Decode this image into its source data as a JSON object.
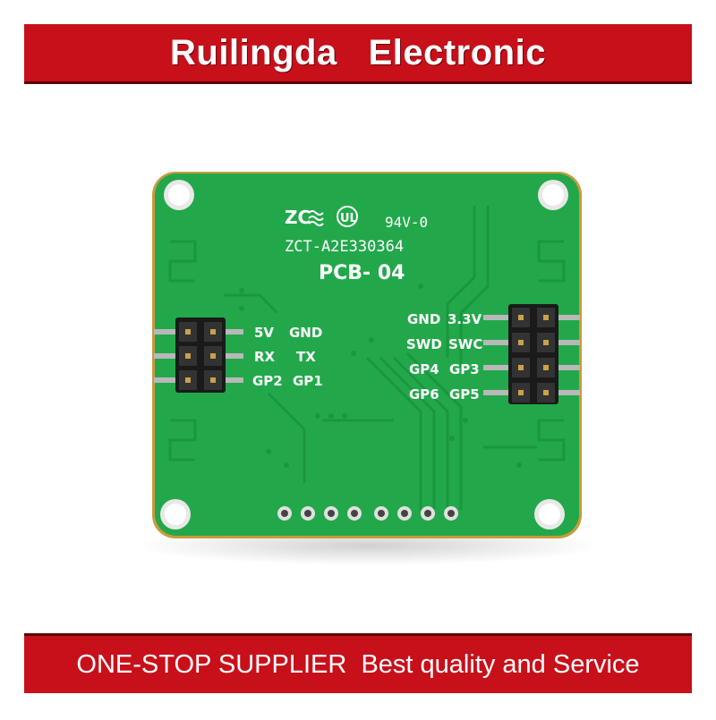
{
  "header": {
    "brand": "Ruilingda   Electronic"
  },
  "footer": {
    "tagline": "ONE-STOP SUPPLIER  Best quality and Service"
  },
  "colors": {
    "banner": "#c8101a",
    "pcb": "#22a84a",
    "silkscreen": "#ffffff",
    "header_pins": "#1a1a1a"
  },
  "pcb": {
    "cert_mark": "ZC",
    "ul_mark": "UL",
    "rating": "94V-0",
    "cert_code": "ZCT-A2E330364",
    "model": "PCB- 04",
    "left_labels": [
      {
        "a": "5V",
        "b": "GND"
      },
      {
        "a": "RX",
        "b": "TX"
      },
      {
        "a": "GP2",
        "b": "GP1"
      }
    ],
    "right_labels": [
      {
        "a": "GND",
        "b": "3.3V"
      },
      {
        "a": "SWD",
        "b": "SWC"
      },
      {
        "a": "GP4",
        "b": "GP3"
      },
      {
        "a": "GP6",
        "b": "GP5"
      }
    ]
  }
}
